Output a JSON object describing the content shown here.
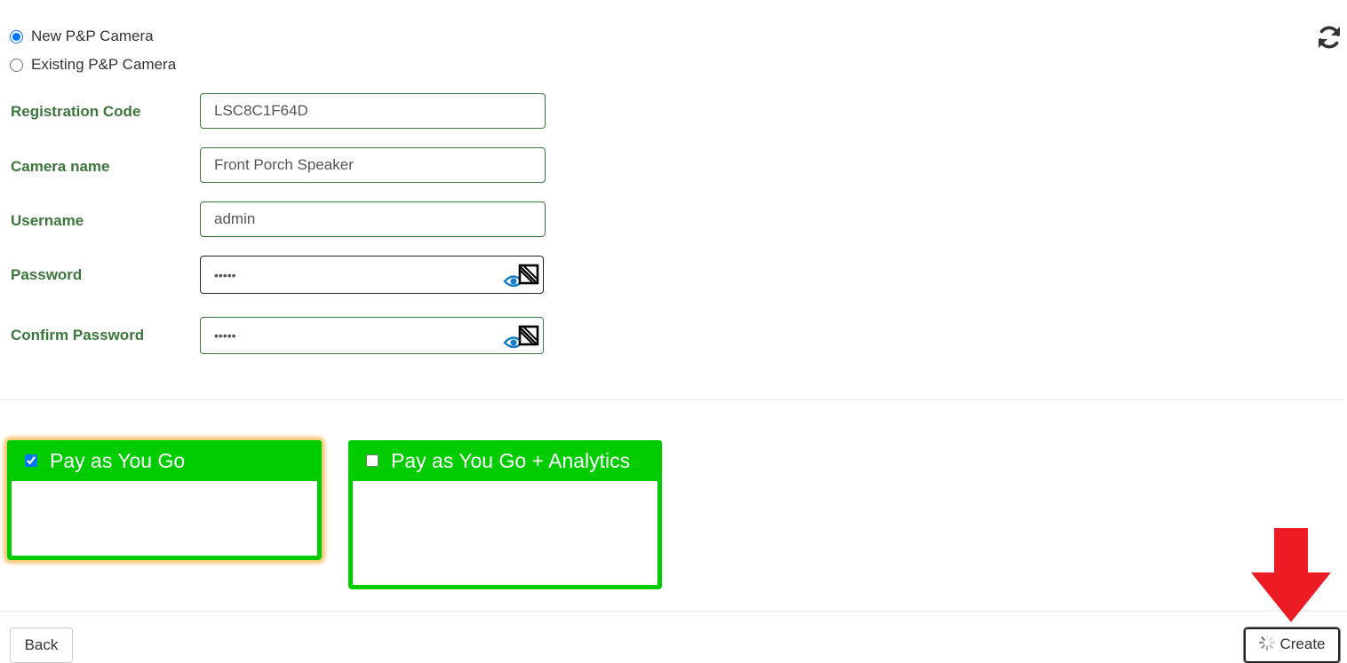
{
  "camera_type": {
    "options": [
      {
        "label": "New P&P Camera",
        "selected": true
      },
      {
        "label": "Existing P&P Camera",
        "selected": false
      }
    ]
  },
  "form": {
    "registration_code": {
      "label": "Registration Code",
      "value": "LSC8C1F64D"
    },
    "camera_name": {
      "label": "Camera name",
      "value": "Front Porch Speaker"
    },
    "username": {
      "label": "Username",
      "value": "admin"
    },
    "password": {
      "label": "Password",
      "value": "•••••"
    },
    "confirm_password": {
      "label": "Confirm Password",
      "value": "•••••"
    }
  },
  "plans": [
    {
      "title": "Pay as You Go",
      "checked": true
    },
    {
      "title": "Pay as You Go + Analytics",
      "checked": false
    }
  ],
  "buttons": {
    "back": "Back",
    "create": "Create"
  },
  "icons": {
    "refresh": "refresh-icon",
    "show_password": "eye-slash-icon",
    "loading": "spinner-icon",
    "annotation": "red-arrow-down-icon"
  },
  "colors": {
    "label_green": "#3c763d",
    "plan_green": "#00cc00",
    "selected_glow": "#f5c774",
    "arrow_red": "#ed1c24",
    "eye_blue": "#1a7dc4"
  }
}
